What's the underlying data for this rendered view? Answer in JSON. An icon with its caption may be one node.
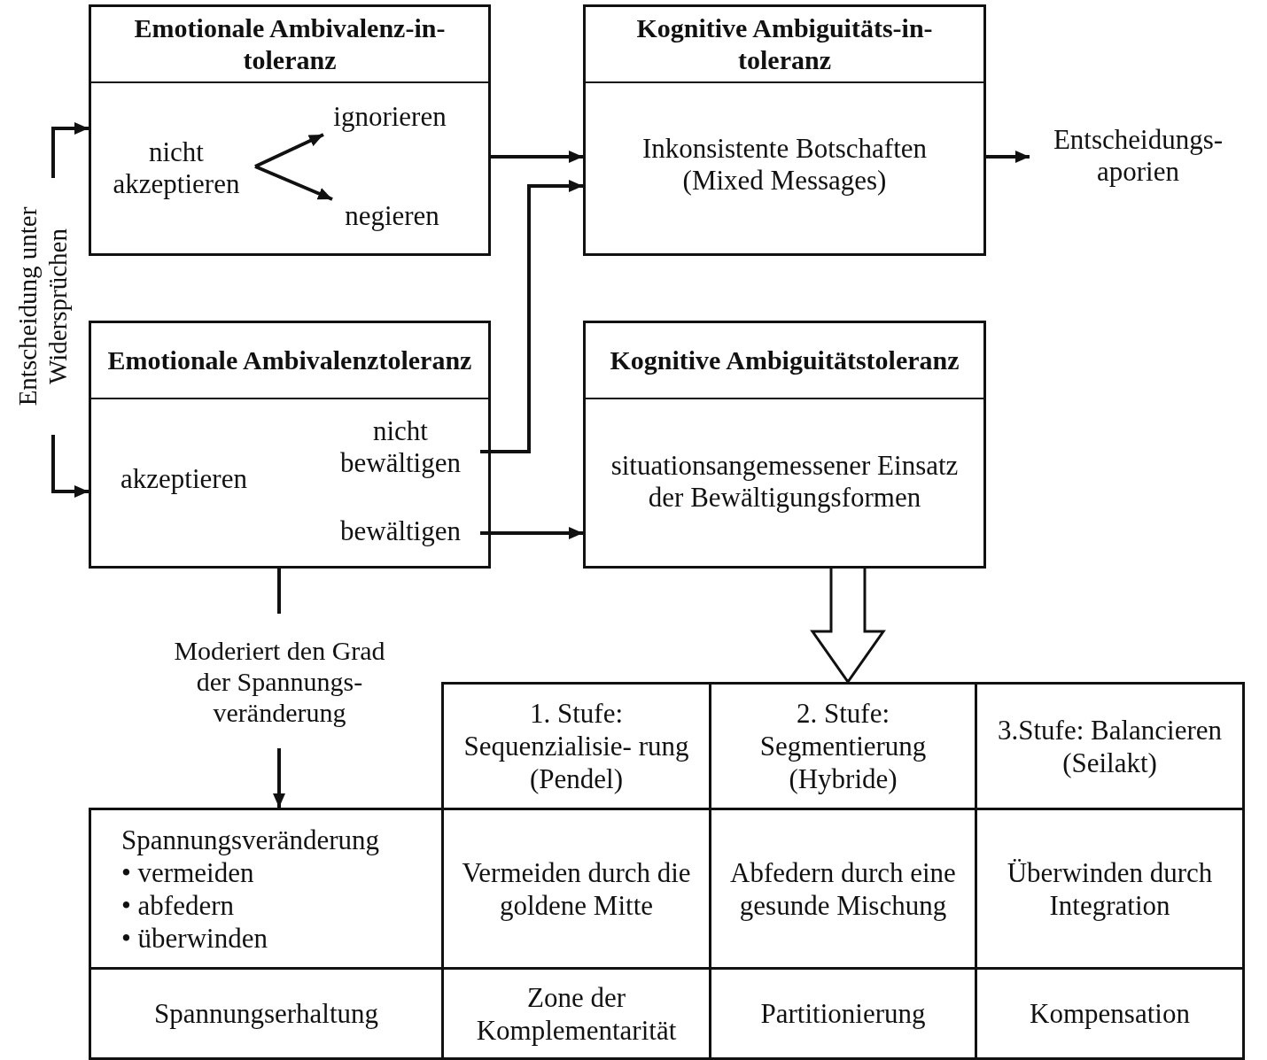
{
  "diagram": {
    "nodes": [
      {
        "text": [
          "Emotionale Ambivalenz-in-toleranz"
        ]
      },
      {
        "text": [
          "nicht akzeptieren"
        ],
        "in": 0
      },
      {
        "text": [
          "ignorieren"
        ],
        "in": 0
      },
      {
        "text": [
          "negieren"
        ],
        "in": 0
      },
      {
        "text": [
          "Kognitive Ambiguitäts-in-toleranz",
          "Inkonsistente Botschaften (Mixed Messages)"
        ]
      },
      {
        "text": [
          "Entscheidungs- aporien"
        ]
      },
      {
        "text": [
          "Entscheidung unter Widersprüchen"
        ]
      },
      {
        "text": [
          "Emotionale Ambivalenztoleranz",
          "akzeptieren"
        ]
      },
      {
        "text": [
          "nicht bewältigen"
        ],
        "in": 7
      },
      {
        "text": [
          "bewältigen"
        ],
        "in": 7
      },
      {
        "text": [
          "Kognitive Ambiguitätstoleranz",
          "situationsangemessener Einsatz der Bewältigungsformen"
        ]
      },
      {
        "text": [
          "1. Stufe: Sequenzialisie- rung (Pendel)"
        ]
      },
      {
        "text": [
          "2. Stufe: Segmentierung (Hybride)"
        ]
      },
      {
        "text": [
          "3.Stufe: Balancieren (Seilakt)"
        ]
      },
      {
        "text": [
          "Spannungsveränderung",
          "• vermeiden",
          "• abfedern",
          "• überwinden"
        ]
      },
      {
        "text": [
          "Vermeiden durch die goldene Mitte"
        ]
      },
      {
        "text": [
          "Abfedern durch eine gesunde Mischung"
        ]
      },
      {
        "text": [
          "Überwinden durch Integration"
        ]
      },
      {
        "text": [
          "Spannungserhaltung"
        ]
      },
      {
        "text": [
          "Zone der Komplementarität"
        ]
      },
      {
        "text": [
          "Partitionierung"
        ]
      },
      {
        "text": [
          "Kompensation"
        ]
      }
    ],
    "edges": [
      {
        "from": 6,
        "to": 0,
        "arrow": "to"
      },
      {
        "from": 6,
        "to": 7,
        "arrow": "to"
      },
      {
        "from": 1,
        "to": 2,
        "arrow": "to"
      },
      {
        "from": 1,
        "to": 3,
        "arrow": "to"
      },
      {
        "from": 0,
        "to": 4,
        "arrow": "to"
      },
      {
        "from": 8,
        "to": 4,
        "arrow": "to"
      },
      {
        "from": 9,
        "to": 10,
        "arrow": "to"
      },
      {
        "from": 4,
        "to": 5,
        "arrow": "to"
      },
      {
        "from": 10,
        "to": 12,
        "arrow": "to",
        "style": "thick"
      },
      {
        "from": 7,
        "to": 14,
        "arrow": "to",
        "label": "Moderiert den Grad der Spannungs- veränderung"
      }
    ]
  }
}
